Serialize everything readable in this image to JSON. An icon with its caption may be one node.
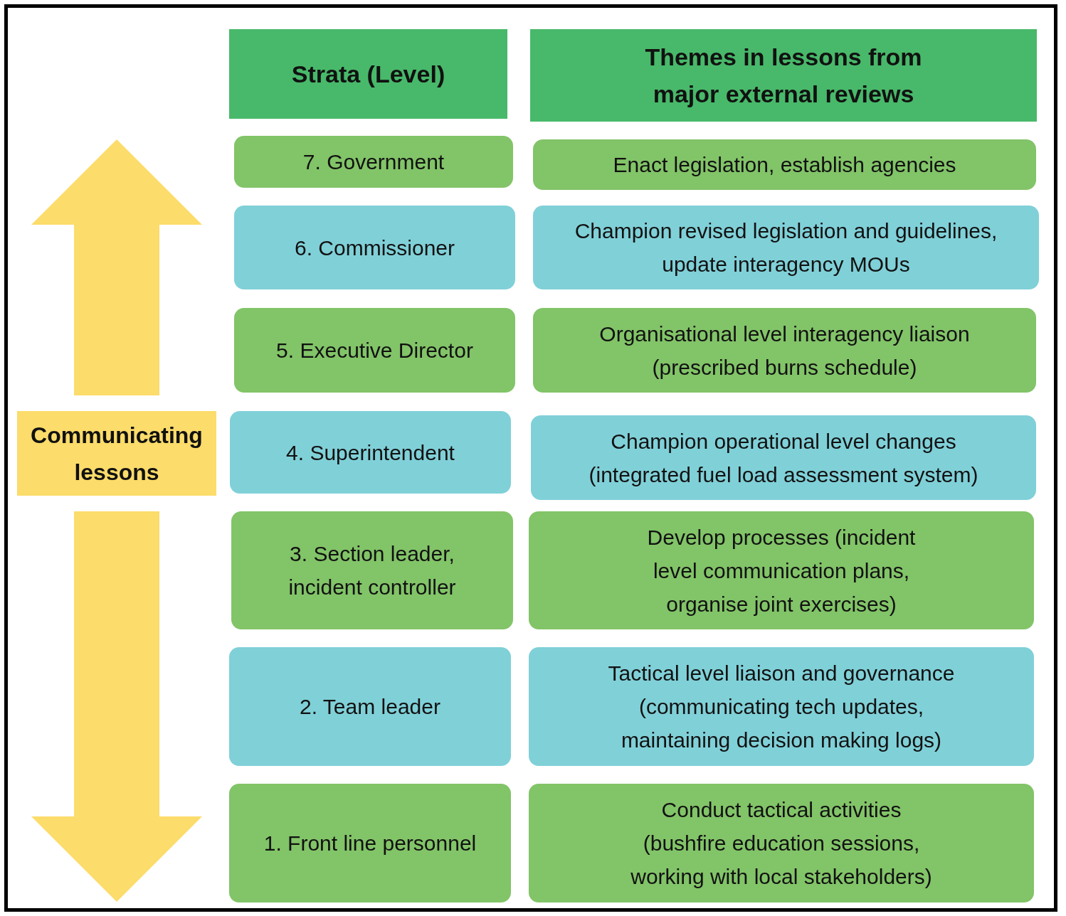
{
  "diagram": {
    "nodes": [
      {
        "text": [
          "Strata (Level)"
        ]
      },
      {
        "text": [
          "Themes in lessons from major external reviews"
        ]
      },
      {
        "text": [
          "7. Government"
        ]
      },
      {
        "text": [
          "Enact legislation, establish agencies"
        ]
      },
      {
        "text": [
          "6. Commissioner"
        ]
      },
      {
        "text": [
          "Champion revised legislation and guidelines, update interagency MOUs"
        ]
      },
      {
        "text": [
          "5. Executive Director"
        ]
      },
      {
        "text": [
          "Organisational level interagency liaison (prescribed burns schedule)"
        ]
      },
      {
        "text": [
          "4. Superintendent"
        ]
      },
      {
        "text": [
          "Champion operational level changes (integrated fuel load assessment system)"
        ]
      },
      {
        "text": [
          "3. Section leader, incident controller"
        ]
      },
      {
        "text": [
          "Develop processes (incident level communication plans, organise joint exercises)"
        ]
      },
      {
        "text": [
          "2. Team leader"
        ]
      },
      {
        "text": [
          "Tactical level liaison and governance (communicating tech updates, maintaining decision making logs)"
        ]
      },
      {
        "text": [
          "1. Front line personnel"
        ]
      },
      {
        "text": [
          "Conduct tactical activities (bushfire education sessions, working with local stakeholders)"
        ]
      },
      {
        "text": [
          "Communicating lessons"
        ]
      }
    ]
  }
}
